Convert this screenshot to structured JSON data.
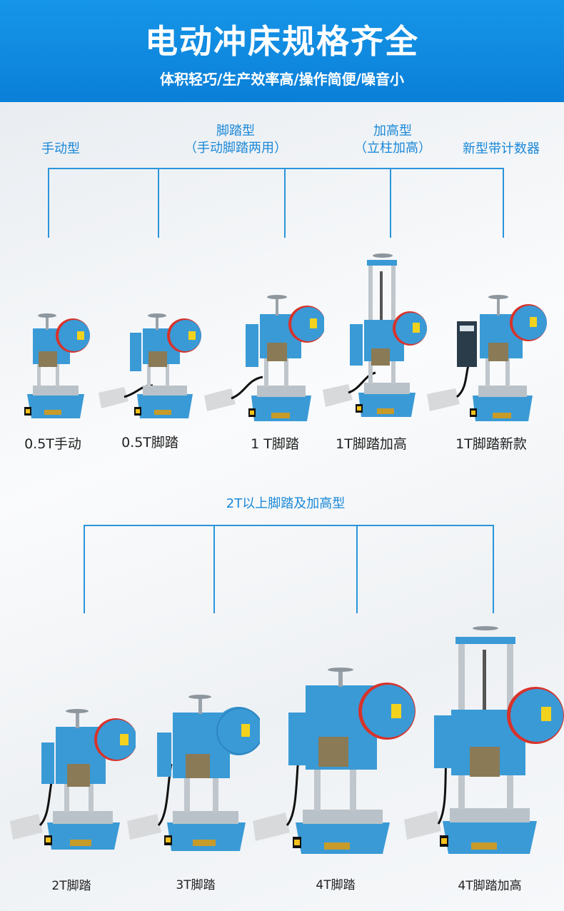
{
  "header": {
    "title": "电动冲床规格齐全",
    "subtitle": "体积轻巧/生产效率高/操作简便/噪音小"
  },
  "categories": {
    "manual": "手动型",
    "foot_title": "脚踏型",
    "foot_sub": "（手动脚踏两用）",
    "raised_title": "加高型",
    "raised_sub": "（立柱加高）",
    "counter": "新型带计数器",
    "group2": "2T以上脚踏及加高型"
  },
  "row1": [
    {
      "label": "0.5T手动"
    },
    {
      "label": "0.5T脚踏"
    },
    {
      "label": "1 T脚踏"
    },
    {
      "label": "1T脚踏加高"
    },
    {
      "label": "1T脚踏新款"
    }
  ],
  "row2": [
    {
      "label": "2T脚踏"
    },
    {
      "label": "3T脚踏"
    },
    {
      "label": "4T脚踏"
    },
    {
      "label": "4T脚踏加高"
    }
  ],
  "colors": {
    "brand_blue": "#0a7fd8",
    "machine_blue": "#3a9ad6",
    "flywheel_red": "#d8322a",
    "line_blue": "#2a95dc"
  }
}
